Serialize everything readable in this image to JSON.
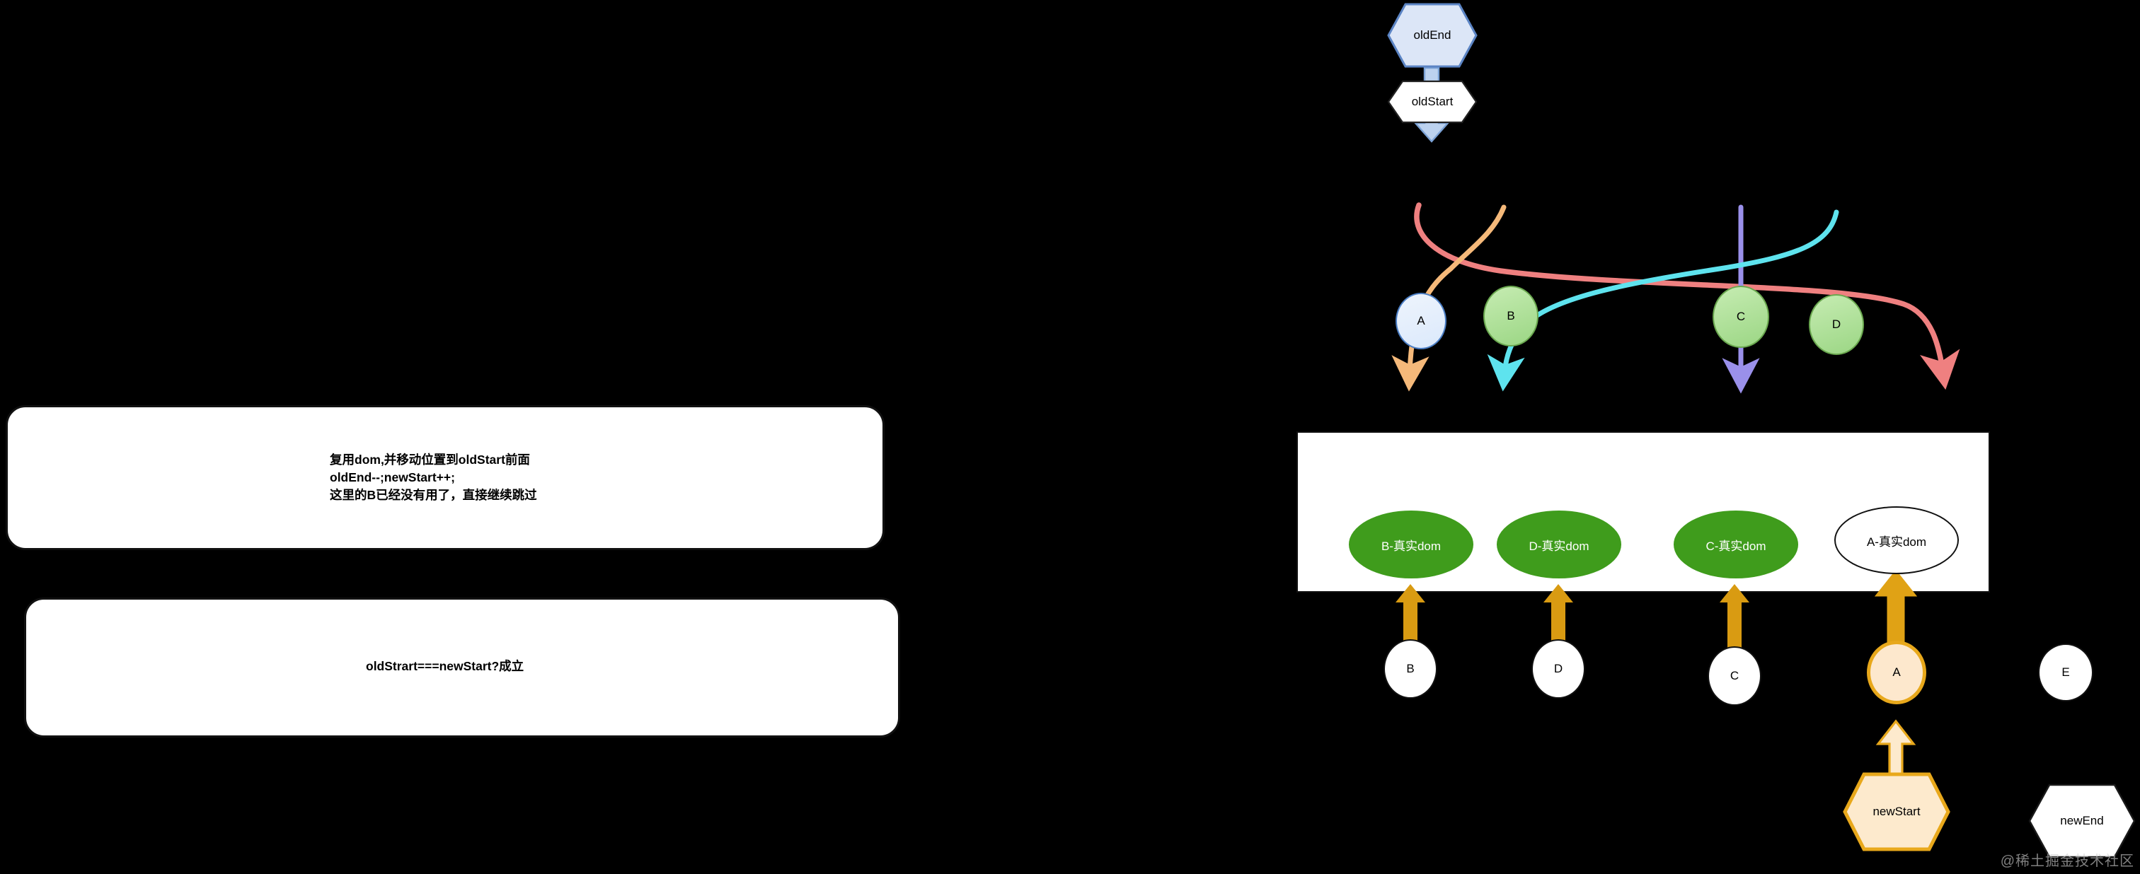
{
  "notes": [
    {
      "id": "note-1",
      "text": "复用dom,并移动位置到oldStart前面\noldEnd--;newStart++;\n这里的B已经没有用了，直接继续跳过"
    },
    {
      "id": "note-2",
      "text": "oldStrart===newStart?成立"
    }
  ],
  "diagram": {
    "pointers_top": [
      {
        "label": "oldEnd",
        "fill": "#dce6f7",
        "stroke": "#5b84c4"
      },
      {
        "label": "oldStart",
        "fill": "#ffffff",
        "stroke": "#111111"
      }
    ],
    "pointers_bottom": [
      {
        "label": "newStart",
        "fill": "#fde8cd",
        "stroke": "#e8a81b"
      },
      {
        "label": "newEnd",
        "fill": "#ffffff",
        "stroke": "#111111"
      }
    ],
    "old_vnodes": [
      {
        "label": "A",
        "fill": "#e4eefc",
        "stroke": "#4a7dc4"
      },
      {
        "label": "B",
        "fill": "#a8dd92",
        "stroke": "#6aa84f"
      },
      {
        "label": "C",
        "fill": "#a8dd92",
        "stroke": "#6aa84f"
      },
      {
        "label": "D",
        "fill": "#a8dd92",
        "stroke": "#6aa84f"
      }
    ],
    "dom_nodes": [
      {
        "label": "B-真实dom",
        "fill": "#3f9c1c",
        "stroke": "#3f9c1c",
        "text": "#ffffff"
      },
      {
        "label": "D-真实dom",
        "fill": "#3f9c1c",
        "stroke": "#3f9c1c",
        "text": "#ffffff"
      },
      {
        "label": "C-真实dom",
        "fill": "#3f9c1c",
        "stroke": "#3f9c1c",
        "text": "#ffffff"
      },
      {
        "label": "A-真实dom",
        "fill": "#ffffff",
        "stroke": "#111111",
        "text": "#000000"
      }
    ],
    "new_vnodes": [
      {
        "label": "B",
        "fill": "#ffffff",
        "stroke": "#111111"
      },
      {
        "label": "D",
        "fill": "#ffffff",
        "stroke": "#111111"
      },
      {
        "label": "C",
        "fill": "#ffffff",
        "stroke": "#111111"
      },
      {
        "label": "A",
        "fill": "#fde8cd",
        "stroke": "#e8a81b"
      },
      {
        "label": "E",
        "fill": "#ffffff",
        "stroke": "#111111"
      }
    ],
    "edge_colors": {
      "a_to_adom": "#ef8080",
      "b_to_bdom": "#f5b97a",
      "c_to_cdom": "#9a90ea",
      "d_to_ddom": "#5ee3ee",
      "dom_to_vnode": "#d99b12",
      "oldend_to_oldstart": "#a8c4e8",
      "newstart_up": "#fde8cd"
    }
  },
  "watermark": "@稀土掘金技术社区"
}
